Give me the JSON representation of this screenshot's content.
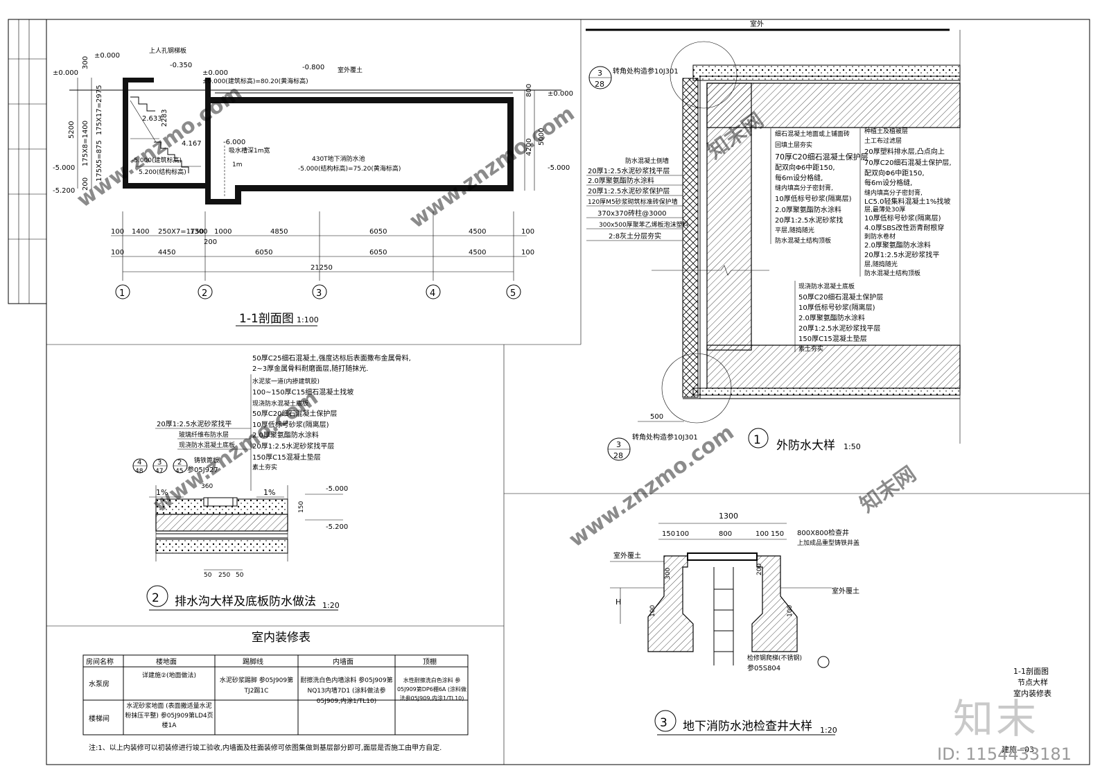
{
  "section": {
    "title": "1-1剖面图",
    "scale": "1:100",
    "elevations": [
      "±0.000",
      "±0.000",
      "±0.000",
      "±0.000",
      "-0.350",
      "-0.800",
      "-5.000",
      "-5.200",
      "-5.000",
      "-6.000",
      "2.633",
      "4.167",
      "-5.000(建筑标高)",
      "5.200(结构标高)"
    ],
    "notes": [
      "上人孔钢梯板",
      "±0.000(建筑标高)=80.20(黄海标高)",
      "室外覆土",
      "430T地下消防水池",
      "-5.000(结构标高)=75.20(黄海标高)",
      "吸水槽深1m宽",
      "1m"
    ],
    "vert_dims": [
      "300",
      "175X17=2975",
      "5200",
      "175X8=1400",
      "175X5=875",
      "200",
      "2283",
      "800",
      "4200",
      "5000"
    ],
    "dims_row1": [
      "100",
      "1400",
      "250X7=1750",
      "1300",
      "1000",
      "4850",
      "6050",
      "4500",
      "100"
    ],
    "dims_row2": [
      "100",
      "4450",
      "6050",
      "6050",
      "4500",
      "100"
    ],
    "dim_mid": "200",
    "total": "21250",
    "axes": [
      "1",
      "2",
      "3",
      "4",
      "5"
    ]
  },
  "detail1": {
    "title": "外防水大样",
    "num": "1",
    "scale": "1:50",
    "top_label": "室外",
    "ref_top": "转角处构造参10J301",
    "ref_bottom": "转角处构造参10J301",
    "ref_num": "3",
    "ref_sheet": "28",
    "dim": "500",
    "wall_layers": [
      "防水混凝土侧墙",
      "20厚1:2.5水泥砂浆找平层",
      "2.0厚聚氨酯防水涂料",
      "20厚1:2.5水泥砂浆保护层",
      "120厚M5砂浆砌筑标准砖保护墙",
      "370x370砖柱@3000",
      "300x500厚聚苯乙烯板泡沫塑料",
      "2:8灰土分层夯实"
    ],
    "roof_layers_a": [
      "细石混凝土地面或上铺面砖",
      "回填土层夯实",
      "70厚C20细石混凝土保护层",
      "配双向Φ6中距150,",
      "每6m设分格缝,",
      "缝内填高分子密封膏,",
      "10厚低标号砂浆(隔离层)",
      "2.0厚聚氨酯防水涂料",
      "20厚1:2.5水泥砂浆找",
      "平层,随捣随光",
      "防水混凝土结构顶板"
    ],
    "roof_layers_b": [
      "种植土及植被层",
      "土工布过滤层",
      "20厚塑料排水层,凸点向上",
      "70厚C20细石混凝土保护层,",
      "配双向Φ6中距150,",
      "每6m设分格缝,",
      "缝内填高分子密封膏,",
      "LC5.0轻集料混凝土1%找坡",
      "层,最薄处30厚",
      "10厚低标号砂浆(隔离层)",
      "4.0厚SBS改性沥青耐根穿",
      "刺防水卷材",
      "2.0厚聚氨酯防水涂料",
      "20厚1:2.5水泥砂浆找平",
      "层,随捣随光",
      "防水混凝土结构顶板"
    ],
    "floor_layers": [
      "现浇防水混凝土底板",
      "50厚C20细石混凝土保护层",
      "10厚低标号砂浆(隔离层)",
      "2.0厚聚氨酯防水涂料",
      "20厚1:2.5水泥砂浆找平层",
      "150厚C15混凝土垫层",
      "素土夯实"
    ]
  },
  "detail2": {
    "title": "排水沟大样及底板防水做法",
    "num": "2",
    "scale": "1:20",
    "layers": [
      "50厚C25细石混凝土,强度达标后表面撒布金属骨料,",
      "2~3厚金属骨料耐磨面层,随打随抹光.",
      "水泥浆一道(内掺建筑胶)",
      "100~150厚C15细石混凝土找坡",
      "现浇防水混凝土底板",
      "50厚C20细石混凝土保护层",
      "10厚低标号砂浆(隔离层)",
      "2.0厚聚氨酯防水涂料",
      "20厚1:2.5水泥砂浆找平层",
      "150厚C15混凝土垫层",
      "素土夯实"
    ],
    "left_layers": [
      "20厚1:2.5水泥砂浆找平",
      "玻璃纤维布防水层",
      "现浇防水混凝土底板"
    ],
    "refs": [
      {
        "n": "4",
        "s": "48"
      },
      {
        "n": "3",
        "s": "47"
      },
      {
        "n": "2",
        "s": "45"
      }
    ],
    "ref_text": "铸铁篦板",
    "ref_text2": "参05J927",
    "slope_left": "1%",
    "slope_right": "1%",
    "elev_top": "-5.000",
    "elev_bottom": "-5.200",
    "dims": [
      "360",
      "150",
      "50",
      "250",
      "50"
    ]
  },
  "detail3": {
    "title": "地下消防水池检查井大样",
    "num": "3",
    "scale": "1:20",
    "top_dim": "1300",
    "sub_dims": [
      "150",
      "100",
      "800",
      "100",
      "150"
    ],
    "note1": "800X800检查井",
    "note2": "上加成品重型铸铁井盖",
    "left_label": "室外覆土",
    "right_label": "室外覆土",
    "ladder_note": "检修钢爬梯(不锈钢)",
    "ladder_ref": "参05S804",
    "h_label": "H",
    "v_dims": [
      "300",
      "200",
      "100",
      "100"
    ]
  },
  "finish_table": {
    "title": "室内装修表",
    "headers": [
      "房间名称",
      "楼地面",
      "踢脚线",
      "内墙面",
      "顶棚"
    ],
    "rows": [
      [
        "水泵房",
        "详建施②(地面做法)",
        "水泥砂浆踢脚 参05J909第TJ2踢1C",
        "耐擦洗白色内墙涂料 参05J909第NQ13内墙7D1 (涂料做法参05J909,内涂1/TL10)",
        "水性耐擦洗白色涂料 参05J909第DP6棚6A (涂料做法参05J909,内涂1/TL10)"
      ],
      [
        "楼梯间",
        "水泥砂浆地面 (表面撒适量水泥粉抹压平整) 参05J909第LD4页楼1A",
        "",
        "",
        ""
      ]
    ],
    "note": "注:1、以上内装修可以初装修进行竣工验收,内墙面及柱面装修可依图集做到基层部分即可,面层是否施工由甲方自定."
  },
  "title_block": {
    "lines": [
      "1-1剖面图",
      "节点大样",
      "室内装修表"
    ],
    "sheet": "建施—03"
  },
  "watermark": {
    "brand": "知末",
    "id": "ID: 1154433181",
    "site": "www.znzmo.com",
    "site_cn": "知末网"
  }
}
